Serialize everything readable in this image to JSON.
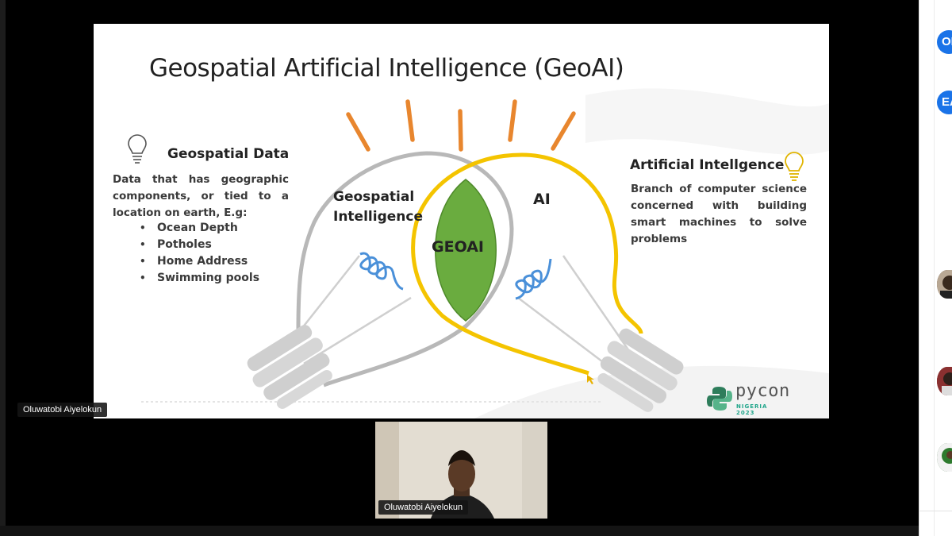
{
  "slide": {
    "title": "Geospatial Artificial Intelligence (GeoAI)",
    "geospatial_data": {
      "heading": "Geospatial Data",
      "description": "Data that has geographic components, or tied to a location on earth, E.g:",
      "examples": [
        "Ocean Depth",
        "Potholes",
        "Home Address",
        "Swimming pools"
      ]
    },
    "artificial_intelligence": {
      "heading": "Artificial Intellgence",
      "description": "Branch of computer science concerned with building smart machines to solve problems"
    },
    "venn": {
      "left_label": "Geospatial\nIntelligence",
      "center_label": "GEOAI",
      "right_label": "AI"
    },
    "logo": {
      "word": "pycon",
      "subtitle": "NIGERIA 2023"
    },
    "colors": {
      "ray": "#e8862e",
      "ai_bulb": "#f4c400",
      "geoai_fill": "#6aac3f",
      "filament": "#4a90d9",
      "bulb_outline": "#b8b8b8"
    }
  },
  "presenter": {
    "slide_name_tag": "Oluwatobi Aiyelokun",
    "camera_name_tag": "Oluwatobi Aiyelokun"
  },
  "sidebar": {
    "avatars": [
      {
        "initial": "OI",
        "color": "#1a73e8"
      },
      {
        "initial": "EA",
        "color": "#1a73e8"
      }
    ]
  }
}
